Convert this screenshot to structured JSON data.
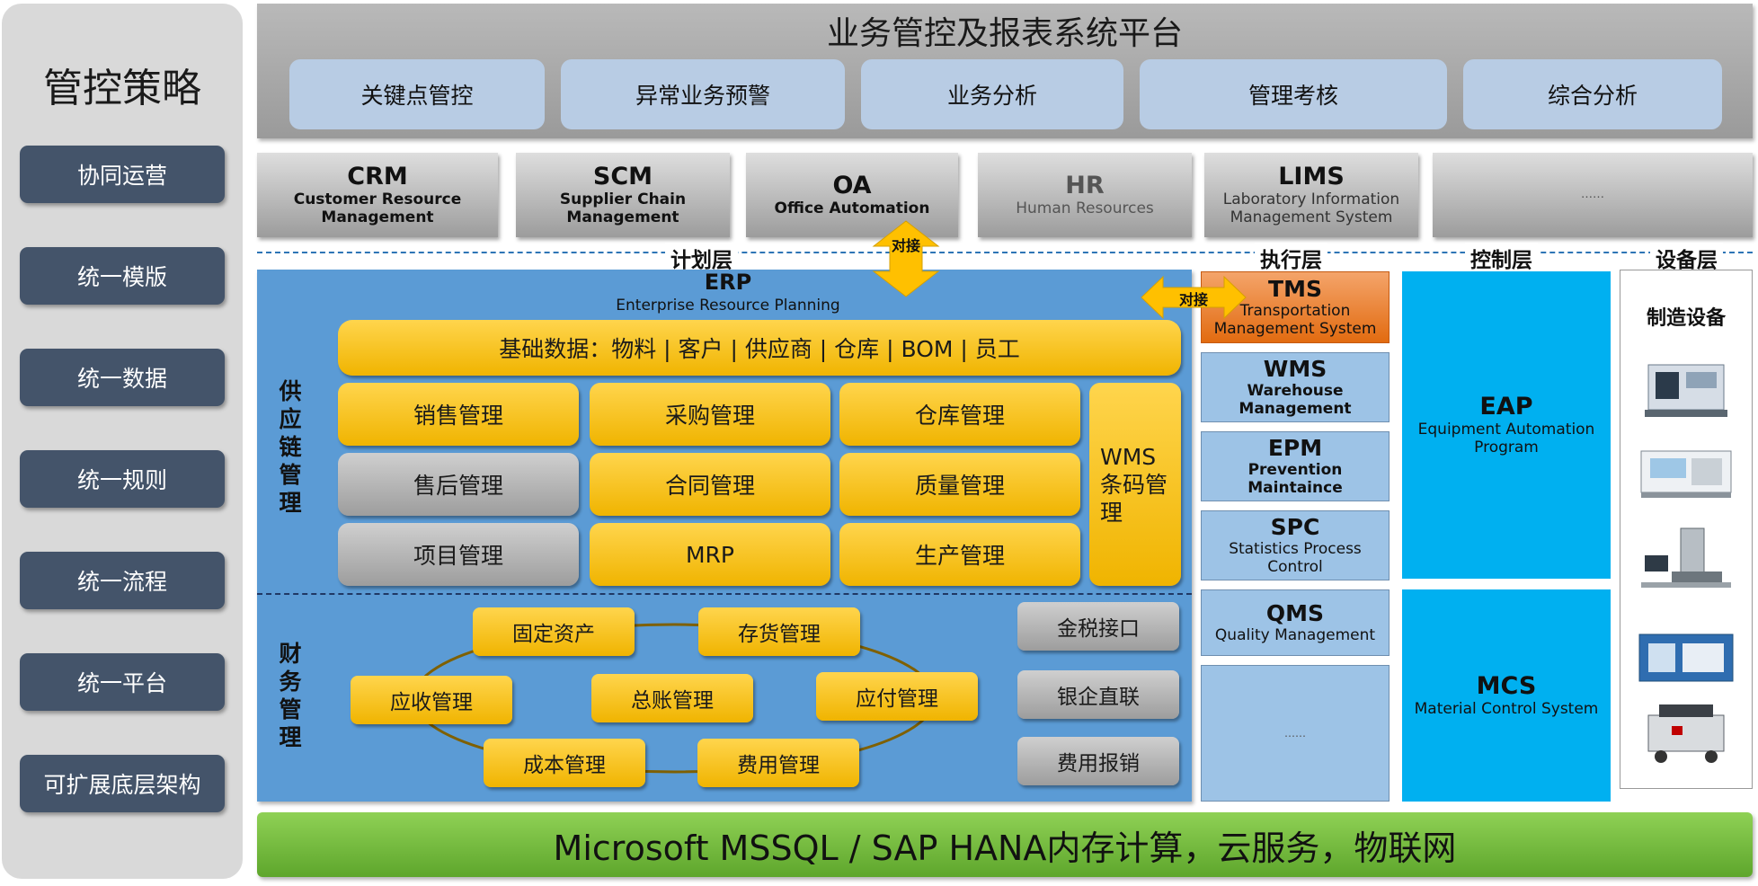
{
  "strategy": {
    "title": "管控策略",
    "items": [
      "协同运营",
      "统一模版",
      "统一数据",
      "统一规则",
      "统一流程",
      "统一平台",
      "可扩展底层架构"
    ]
  },
  "platform": {
    "title": "业务管控及报表系统平台",
    "items": [
      "关键点管控",
      "异常业务预警",
      "业务分析",
      "管理考核",
      "综合分析"
    ]
  },
  "systems": [
    {
      "abbr": "CRM",
      "full": "Customer Resource Management"
    },
    {
      "abbr": "SCM",
      "full": "Supplier Chain Management"
    },
    {
      "abbr": "OA",
      "full": "Office Automation"
    },
    {
      "abbr": "HR",
      "full": "Human Resources"
    },
    {
      "abbr": "LIMS",
      "full": "Laboratory Information Management System"
    },
    {
      "abbr": "……",
      "full": ""
    }
  ],
  "layers": {
    "plan": "计划层",
    "exec": "执行层",
    "control": "控制层",
    "device": "设备层"
  },
  "connector": {
    "vertical": "对接",
    "horizontal": "对接"
  },
  "erp": {
    "title": "ERP",
    "subtitle": "Enterprise Resource Planning",
    "supply_label": "供应链管理",
    "finance_label": "财务管理",
    "base_data": "基础数据：物料 | 客户 | 供应商 | 仓库 | BOM | 员工",
    "supply_modules": [
      {
        "label": "销售管理",
        "style": "yellow"
      },
      {
        "label": "采购管理",
        "style": "yellow"
      },
      {
        "label": "仓库管理",
        "style": "yellow"
      },
      {
        "label": "售后管理",
        "style": "gray"
      },
      {
        "label": "合同管理",
        "style": "yellow"
      },
      {
        "label": "质量管理",
        "style": "yellow"
      },
      {
        "label": "项目管理",
        "style": "gray"
      },
      {
        "label": "MRP",
        "style": "yellow"
      },
      {
        "label": "生产管理",
        "style": "yellow"
      }
    ],
    "wms_barcode": "WMS条码管理",
    "finance_modules": [
      "固定资产",
      "存货管理",
      "应收管理",
      "总账管理",
      "应付管理",
      "成本管理",
      "费用管理"
    ],
    "finance_right": [
      "金税接口",
      "银企直联",
      "费用报销"
    ]
  },
  "execution": [
    {
      "abbr": "TMS",
      "full": "Transportation Management System"
    },
    {
      "abbr": "WMS",
      "full": "Warehouse Management"
    },
    {
      "abbr": "EPM",
      "full": "Prevention Maintaince"
    },
    {
      "abbr": "SPC",
      "full": "Statistics Process Control"
    },
    {
      "abbr": "QMS",
      "full": "Quality Management"
    },
    {
      "abbr": "……",
      "full": ""
    }
  ],
  "control": [
    {
      "abbr": "EAP",
      "full": "Equipment Automation Program"
    },
    {
      "abbr": "MCS",
      "full": "Material Control System"
    }
  ],
  "equipment": {
    "title": "制造设备"
  },
  "bottom": "Microsoft MSSQL / SAP HANA内存计算，云服务，物联网",
  "colors": {
    "strategy_item": "#44546a",
    "erp_blue": "#5b9bd5",
    "module_yellow": "#ffc000",
    "tms_orange": "#ed7d31",
    "control_cyan": "#00b0f0",
    "exec_lightblue": "#9dc3e6",
    "bottom_green": "#70ad47",
    "dash_blue": "#2e75b6"
  }
}
